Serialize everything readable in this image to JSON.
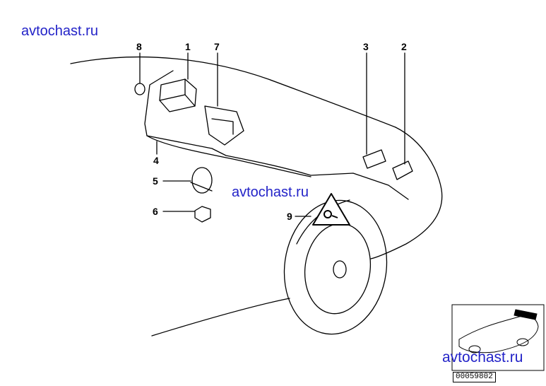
{
  "watermarks": [
    "avtochast.ru",
    "avtochast.ru",
    "avtochast.ru"
  ],
  "part_numbers": [
    "8",
    "1",
    "7",
    "3",
    "2",
    "4",
    "5",
    "6",
    "9"
  ],
  "reference_code": "00059802",
  "colors": {
    "watermark": "#2323c8",
    "lines": "#000000",
    "background": "#ffffff"
  }
}
